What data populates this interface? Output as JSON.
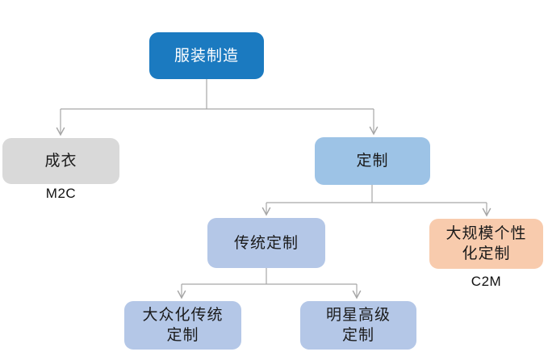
{
  "diagram": {
    "type": "tree",
    "nodes": {
      "root": {
        "label": "服装制造"
      },
      "ready_made": {
        "label": "成衣",
        "sublabel": "M2C"
      },
      "custom": {
        "label": "定制"
      },
      "traditional": {
        "label": "传统定制"
      },
      "mass_personal": {
        "label": "大规模个性\n化定制",
        "sublabel": "C2M"
      },
      "mass_traditional": {
        "label": "大众化传统\n定制"
      },
      "celebrity": {
        "label": "明星高级\n定制"
      }
    },
    "edges": [
      {
        "from": "root",
        "to": "ready_made"
      },
      {
        "from": "root",
        "to": "custom"
      },
      {
        "from": "custom",
        "to": "traditional"
      },
      {
        "from": "custom",
        "to": "mass_personal"
      },
      {
        "from": "traditional",
        "to": "mass_traditional"
      },
      {
        "from": "traditional",
        "to": "celebrity"
      }
    ],
    "colors": {
      "root_fill": "#1b7ac0",
      "ready_made_fill": "#d9d9d9",
      "custom_fill": "#9dc3e6",
      "traditional_fill": "#b4c7e7",
      "mass_personal_fill": "#f8cbad",
      "connector": "#a6a6a6",
      "background": "#ffffff"
    }
  }
}
